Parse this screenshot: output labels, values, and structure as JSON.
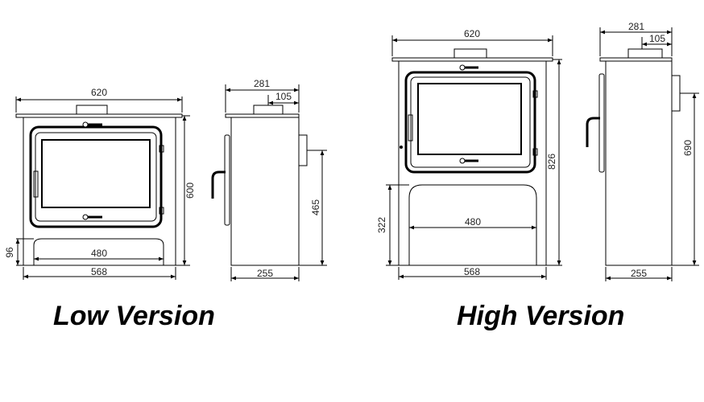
{
  "low": {
    "caption": "Low Version",
    "front": {
      "width": "620",
      "height": "600",
      "base_height": "96",
      "opening_width": "480",
      "base_width": "568"
    },
    "side": {
      "depth_top": "281",
      "flue_offset": "105",
      "outlet_height": "465",
      "depth_base": "255"
    }
  },
  "high": {
    "caption": "High Version",
    "front": {
      "width": "620",
      "height": "826",
      "base_height": "322",
      "opening_width": "480",
      "base_width": "568"
    },
    "side": {
      "depth_top": "281",
      "flue_offset": "105",
      "outlet_height": "690",
      "depth_base": "255"
    }
  }
}
